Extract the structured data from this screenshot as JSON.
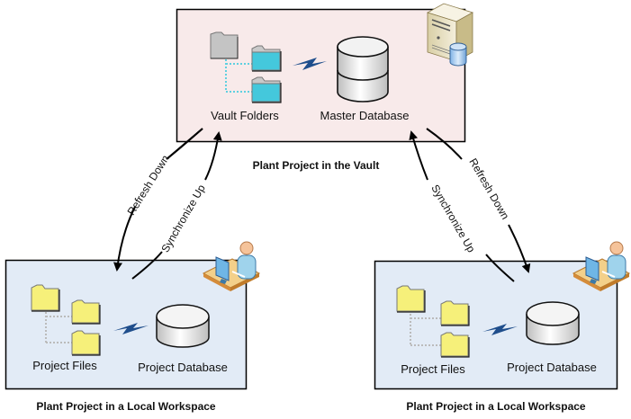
{
  "diagram": {
    "vault": {
      "caption": "Plant Project in the Vault",
      "folders_label": "Vault Folders",
      "database_label": "Master Database",
      "background": "#f8eaea",
      "folder_color": "#44c8dc",
      "root_folder_color": "#bdbdbd",
      "icon": "server-icon"
    },
    "workspaces": [
      {
        "caption": "Plant Project in a Local Workspace",
        "files_label": "Project Files",
        "database_label": "Project Database",
        "background": "#e2ebf6",
        "folder_color": "#f6f07a",
        "icon": "user-at-computer-icon"
      },
      {
        "caption": "Plant Project in a Local Workspace",
        "files_label": "Project Files",
        "database_label": "Project Database",
        "background": "#e2ebf6",
        "folder_color": "#f6f07a",
        "icon": "user-at-computer-icon"
      }
    ],
    "arrows": {
      "refresh_down": "Refresh Down",
      "synchronize_up": "Synchronize Up"
    },
    "link_color": "#1f4e8c"
  }
}
